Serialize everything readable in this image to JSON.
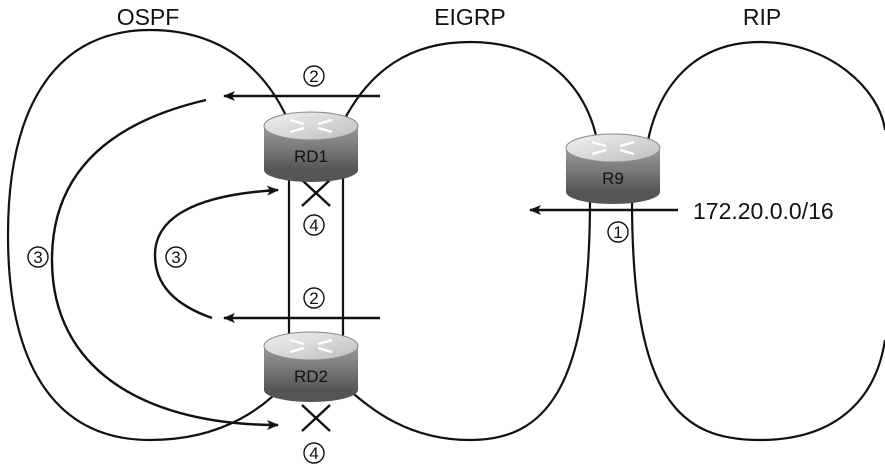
{
  "domains": {
    "ospf": "OSPF",
    "eigrp": "EIGRP",
    "rip": "RIP"
  },
  "routers": {
    "rd1": "RD1",
    "rd2": "RD2",
    "r9": "R9"
  },
  "network": "172.20.0.0/16",
  "steps": {
    "s1": "1",
    "s2_top": "2",
    "s2_bottom": "2",
    "s3_outer": "3",
    "s3_inner": "3",
    "s4_mid": "4",
    "s4_bottom": "4"
  },
  "colors": {
    "line": "#111111",
    "router_top": "#d9d9d9",
    "router_side": "#8c8c8c",
    "background": "#ffffff"
  }
}
